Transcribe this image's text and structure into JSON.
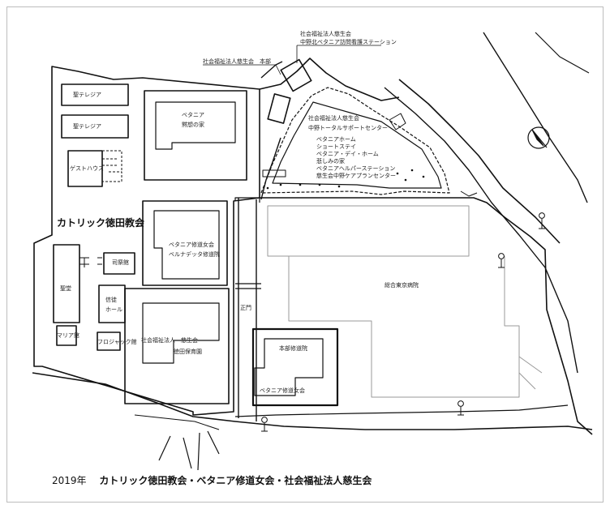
{
  "labels": {
    "jikeikai_top": "社会福祉法人慈生会",
    "nakano_kita": "中野北ベタニア訪問看護ステーション",
    "honbu": "社会福祉法人慈生会　本部",
    "seiteresia_1": "聖テレジア",
    "seiteresia_2": "聖テレジア",
    "guest_house": "ゲストハウス",
    "bethania_house_l1": "ベタニア",
    "bethania_house_l2": "黙想の家",
    "support_center_l1": "社会福祉法人慈生会",
    "support_center_l2": "中野トータルサポートセンター",
    "support_items": [
      "ベタニアホーム",
      "ショートステイ",
      "ベタニア・デイ・ホーム",
      "悲しみの家",
      "ベタニアヘルパーステーション",
      "慈生会中野ケアプランセンター"
    ],
    "church": "カトリック徳田教会",
    "convent_l1": "ベタニア修道女会",
    "convent_l2": "ベルナデッタ修道院",
    "shisai": "司祭館",
    "seido": "聖堂",
    "shinto_hall_l1": "信徒",
    "shinto_hall_l2": "ホール",
    "maria_hall": "マリア館",
    "frojack": "フロジャック館",
    "hospital": "総合東京病院",
    "hoikuen_l1": "社会福祉法人　慈生会",
    "hoikuen_l2": "徳田保育園",
    "gate": "正門",
    "honbu_convent": "本部修道院",
    "bethania_sisters": "ベタニア修道女会"
  },
  "caption": {
    "year": "2019年",
    "title": "カトリック徳田教会・ベタニア修道女会・社会福祉法人慈生会"
  }
}
